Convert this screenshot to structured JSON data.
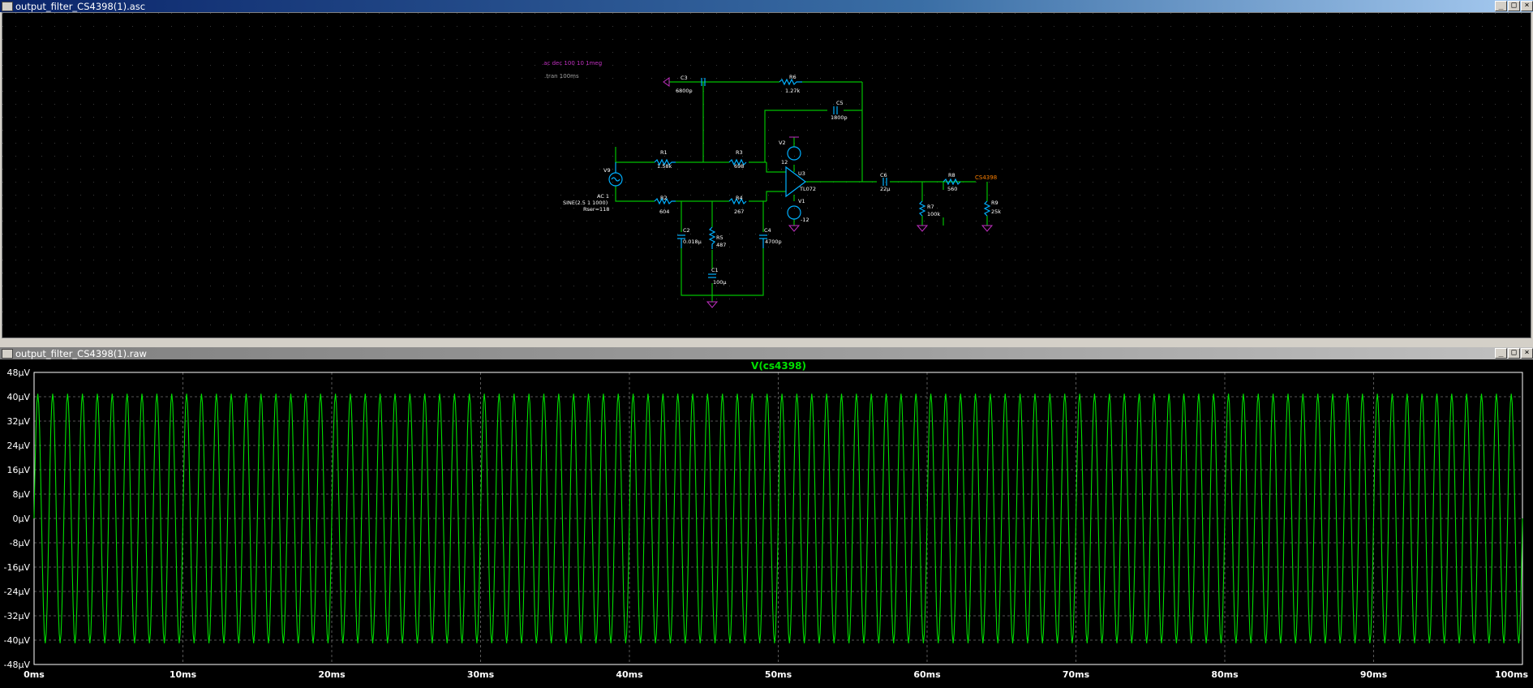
{
  "schematic_window": {
    "title": "output_filter_CS4398(1).asc",
    "buttons": [
      "_",
      "□",
      "×"
    ],
    "directives": {
      "ac": ".ac dec 100 10 1meg",
      "tran": ".tran 100ms"
    },
    "components": {
      "V9": {
        "name": "V9",
        "ac": "AC 1",
        "sine": "SINE(2.5 1 1000)",
        "rser": "Rser=118"
      },
      "R1": {
        "name": "R1",
        "value": "1.58k"
      },
      "R2": {
        "name": "R2",
        "value": "604"
      },
      "R3": {
        "name": "R3",
        "value": "698"
      },
      "R4": {
        "name": "R4",
        "value": "267"
      },
      "R5": {
        "name": "R5",
        "value": "487"
      },
      "R6": {
        "name": "R6",
        "value": "1.27k"
      },
      "R7": {
        "name": "R7",
        "value": "100k"
      },
      "R8": {
        "name": "R8",
        "value": "560"
      },
      "R9": {
        "name": "R9",
        "value": "25k"
      },
      "C1": {
        "name": "C1",
        "value": "100µ"
      },
      "C2": {
        "name": "C2",
        "value": "0.018µ"
      },
      "C3": {
        "name": "C3",
        "value": "6800p"
      },
      "C4": {
        "name": "C4",
        "value": "4700p"
      },
      "C5": {
        "name": "C5",
        "value": "1800p"
      },
      "C6": {
        "name": "C6",
        "value": "22µ"
      },
      "U3": {
        "name": "U3",
        "value": "TL072"
      },
      "V2": {
        "name": "V2",
        "value": "12"
      },
      "V1": {
        "name": "V1",
        "value": "-12"
      }
    },
    "net_label": "CS4398"
  },
  "waveform_window": {
    "title": "output_filter_CS4398(1).raw",
    "buttons": [
      "_",
      "□",
      "×"
    ]
  },
  "colors": {
    "wire": "#00c000",
    "component": "#00b0ff",
    "text": "#ffffff",
    "directive": "#c030c0",
    "netlabel": "#ff8000",
    "ground": "#c030c0",
    "trace": "#00e000",
    "grid_dot": "#303030"
  },
  "chart_data": {
    "type": "line",
    "series": [
      {
        "name": "V(cs4398)",
        "frequency_hz": 1000,
        "amplitude": 41
      }
    ],
    "x_unit": "ms",
    "y_unit": "µV",
    "xlim": [
      0,
      100
    ],
    "ylim": [
      -48,
      48
    ],
    "x_ticks": [
      "0ms",
      "10ms",
      "20ms",
      "30ms",
      "40ms",
      "50ms",
      "60ms",
      "70ms",
      "80ms",
      "90ms",
      "100ms"
    ],
    "y_ticks": [
      "48µV",
      "40µV",
      "32µV",
      "24µV",
      "16µV",
      "8µV",
      "0µV",
      "-8µV",
      "-16µV",
      "-24µV",
      "-32µV",
      "-40µV",
      "-48µV"
    ],
    "grid": true
  }
}
